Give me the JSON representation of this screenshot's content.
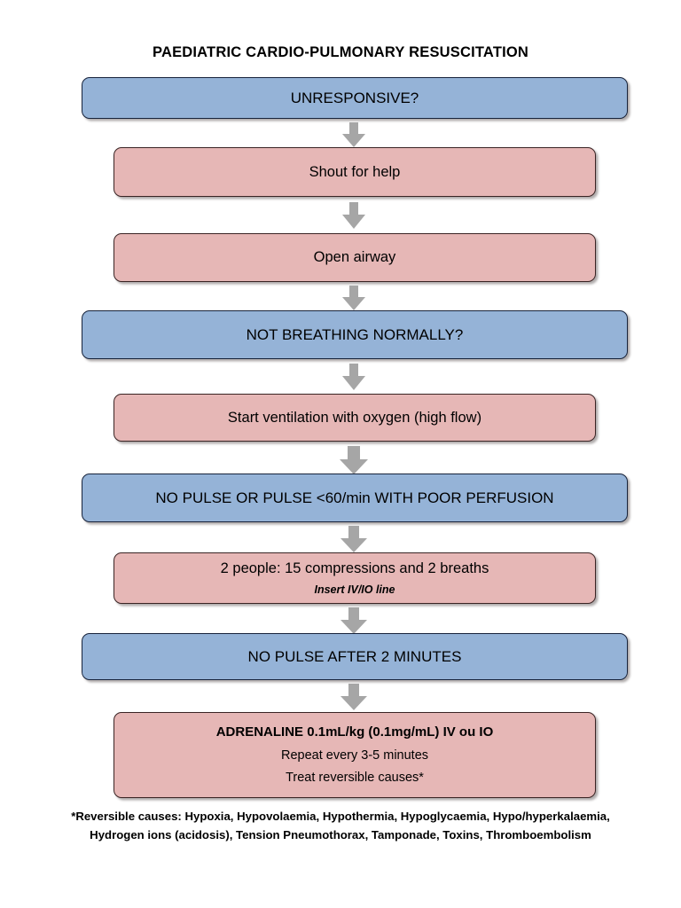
{
  "title": "PAEDIATRIC CARDIO-PULMONARY RESUSCITATION",
  "chart_data": {
    "type": "diagram",
    "title": "PAEDIATRIC CARDIO-PULMONARY RESUSCITATION",
    "orientation": "vertical top-to-bottom",
    "node_colors": {
      "decision": "#95b3d7",
      "action": "#e6b7b6",
      "arrow": "#a6a6a6"
    },
    "nodes": [
      {
        "id": "n1",
        "kind": "decision",
        "color": "#95b3d7",
        "text": "UNRESPONSIVE?"
      },
      {
        "id": "n2",
        "kind": "action",
        "color": "#e6b7b6",
        "text": "Shout for help"
      },
      {
        "id": "n3",
        "kind": "action",
        "color": "#e6b7b6",
        "text": "Open airway"
      },
      {
        "id": "n4",
        "kind": "decision",
        "color": "#95b3d7",
        "text": "NOT BREATHING NORMALLY?"
      },
      {
        "id": "n5",
        "kind": "action",
        "color": "#e6b7b6",
        "text": "Start ventilation with oxygen (high flow)"
      },
      {
        "id": "n6",
        "kind": "decision",
        "color": "#95b3d7",
        "text": "NO PULSE OR PULSE <60/min WITH POOR PERFUSION"
      },
      {
        "id": "n7",
        "kind": "action",
        "color": "#e6b7b6",
        "text": "2 people: 15 compressions and 2 breaths",
        "subtext": "Insert IV/IO line"
      },
      {
        "id": "n8",
        "kind": "decision",
        "color": "#95b3d7",
        "text": "NO PULSE AFTER 2 MINUTES"
      },
      {
        "id": "n9",
        "kind": "action",
        "color": "#e6b7b6",
        "text": "ADRENALINE 0.1mL/kg (0.1mg/mL) IV ou IO",
        "subtext": "Repeat every 3-5 minutes",
        "subtext2": "Treat reversible causes*"
      }
    ],
    "edges": [
      {
        "from": "n1",
        "to": "n2"
      },
      {
        "from": "n2",
        "to": "n3"
      },
      {
        "from": "n3",
        "to": "n4"
      },
      {
        "from": "n4",
        "to": "n5"
      },
      {
        "from": "n5",
        "to": "n6"
      },
      {
        "from": "n6",
        "to": "n7"
      },
      {
        "from": "n7",
        "to": "n8"
      },
      {
        "from": "n8",
        "to": "n9"
      }
    ],
    "footnote": [
      "*Reversible causes: Hypoxia, Hypovolaemia, Hypothermia, Hypoglycaemia, Hypo/hyperkalaemia,",
      "Hydrogen ions (acidosis), Tension Pneumothorax, Tamponade, Toxins, Thromboembolism"
    ]
  },
  "nodes": {
    "unresponsive": {
      "text": "UNRESPONSIVE?"
    },
    "shout_for_help": {
      "text": "Shout for help"
    },
    "open_airway": {
      "text": "Open airway"
    },
    "not_breathing": {
      "text": "NOT BREATHING NORMALLY?"
    },
    "start_ventilation": {
      "text": "Start ventilation with oxygen (high flow)"
    },
    "no_pulse_perfusion": {
      "text": "NO PULSE OR PULSE <60/min WITH POOR PERFUSION"
    },
    "compressions": {
      "text": "2 people: 15 compressions and 2 breaths",
      "subtext": "Insert IV/IO line"
    },
    "no_pulse_2min": {
      "text": "NO PULSE AFTER 2 MINUTES"
    },
    "adrenaline": {
      "text": "ADRENALINE 0.1mL/kg (0.1mg/mL) IV ou IO",
      "subtext": "Repeat every 3-5 minutes",
      "subtext2": "Treat reversible causes*"
    }
  },
  "footnote": {
    "line1": "*Reversible causes: Hypoxia, Hypovolaemia, Hypothermia, Hypoglycaemia, Hypo/hyperkalaemia,",
    "line2": "Hydrogen ions (acidosis), Tension Pneumothorax, Tamponade, Toxins, Thromboembolism"
  }
}
